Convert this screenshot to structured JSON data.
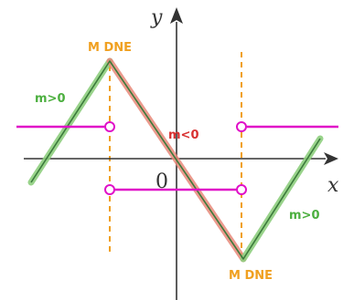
{
  "axes": {
    "x_label": "x",
    "y_label": "y",
    "origin_label": "0"
  },
  "annotations": {
    "top_dne": "M DNE",
    "bottom_dne": "M DNE",
    "left_slope": "m>0",
    "middle_slope": "m<0",
    "right_slope": "m>0"
  },
  "colors": {
    "axis": "#333333",
    "increasing_segment": "#8fcf7f",
    "decreasing_segment": "#e8897a",
    "function_line": "#3b7a3b",
    "derivative_line": "#e010c8",
    "dashed_guide": "#f0a020",
    "dne_text": "#f0a020",
    "positive_slope_text": "#4caf3f",
    "negative_slope_text": "#d83030"
  }
}
